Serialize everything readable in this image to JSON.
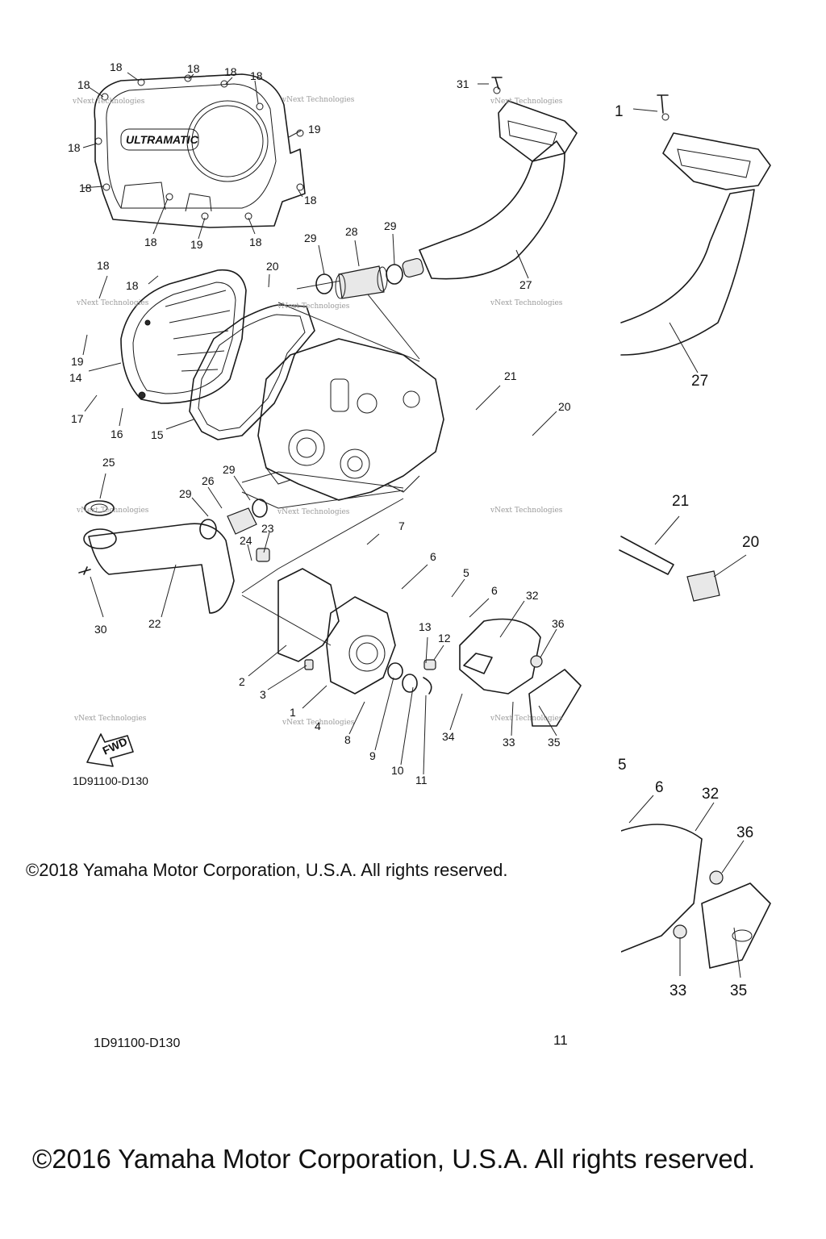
{
  "diagram": {
    "drawing_code": "1D91100-D130",
    "brand_badge": "ULTRAMATIC",
    "fwd_label": "FWD",
    "watermark": "vNext Technologies",
    "labels": {
      "n1": "1",
      "n2": "2",
      "n3": "3",
      "n4": "4",
      "n5": "5",
      "n6": "6",
      "n7": "7",
      "n8": "8",
      "n9": "9",
      "n10": "10",
      "n11": "11",
      "n12": "12",
      "n13": "13",
      "n14": "14",
      "n15": "15",
      "n16": "16",
      "n17": "17",
      "n18": "18",
      "n19": "19",
      "n20": "20",
      "n21": "21",
      "n22": "22",
      "n23": "23",
      "n24": "24",
      "n25": "25",
      "n26": "26",
      "n27": "27",
      "n28": "28",
      "n29": "29",
      "n30": "30",
      "n31": "31",
      "n32": "32",
      "n33": "33",
      "n34": "34",
      "n35": "35",
      "n36": "36"
    },
    "inset_cut_label": "1"
  },
  "footer": {
    "copyright_2018": "©2018 Yamaha Motor Corporation, U.S.A. All rights reserved.",
    "copyright_2016": "©2016 Yamaha Motor Corporation, U.S.A. All rights reserved.",
    "drawing_code_inset": "1D91100-D130",
    "page_number": "11"
  }
}
